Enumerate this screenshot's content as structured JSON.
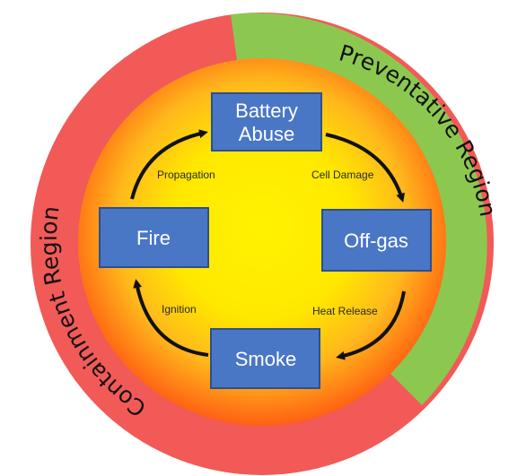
{
  "regions": {
    "preventative": {
      "label": "Preventative Region",
      "color": "#8cc850"
    },
    "containment": {
      "label": "Containment Region",
      "color": "#f25a57"
    }
  },
  "nodes": {
    "battery_abuse": {
      "line1": "Battery",
      "line2": "Abuse"
    },
    "fire": {
      "label": "Fire"
    },
    "off_gas": {
      "label": "Off-gas"
    },
    "smoke": {
      "label": "Smoke"
    }
  },
  "edges": {
    "propagation": "Propagation",
    "cell_damage": "Cell Damage",
    "ignition": "Ignition",
    "heat_release": "Heat Release"
  },
  "colors": {
    "node_fill": "#4a76c6",
    "node_border": "#2c4f8f",
    "inner_center": "#fff200",
    "inner_mid": "#ffc21a",
    "inner_edge": "#ff5a12",
    "arrow": "#111111"
  }
}
